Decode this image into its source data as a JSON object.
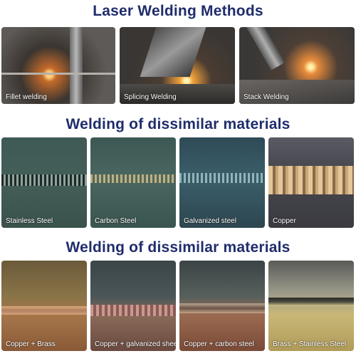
{
  "section1": {
    "title": "Laser Welding Methods",
    "items": [
      {
        "caption": "Fillet welding"
      },
      {
        "caption": "Splicing Welding"
      },
      {
        "caption": "Stack Welding"
      }
    ]
  },
  "section2": {
    "title": "Welding of dissimilar materials",
    "items": [
      {
        "caption": "Stainless Steel"
      },
      {
        "caption": "Carbon Steel"
      },
      {
        "caption": "Galvanized steel"
      },
      {
        "caption": "Copper"
      }
    ]
  },
  "section3": {
    "title": "Welding of dissimilar materials",
    "items": [
      {
        "caption": "Copper + Brass"
      },
      {
        "caption": "Copper + galvanized sheet"
      },
      {
        "caption": "Copper + carbon steel"
      },
      {
        "caption": "Brass + Stainless Steel"
      }
    ]
  }
}
